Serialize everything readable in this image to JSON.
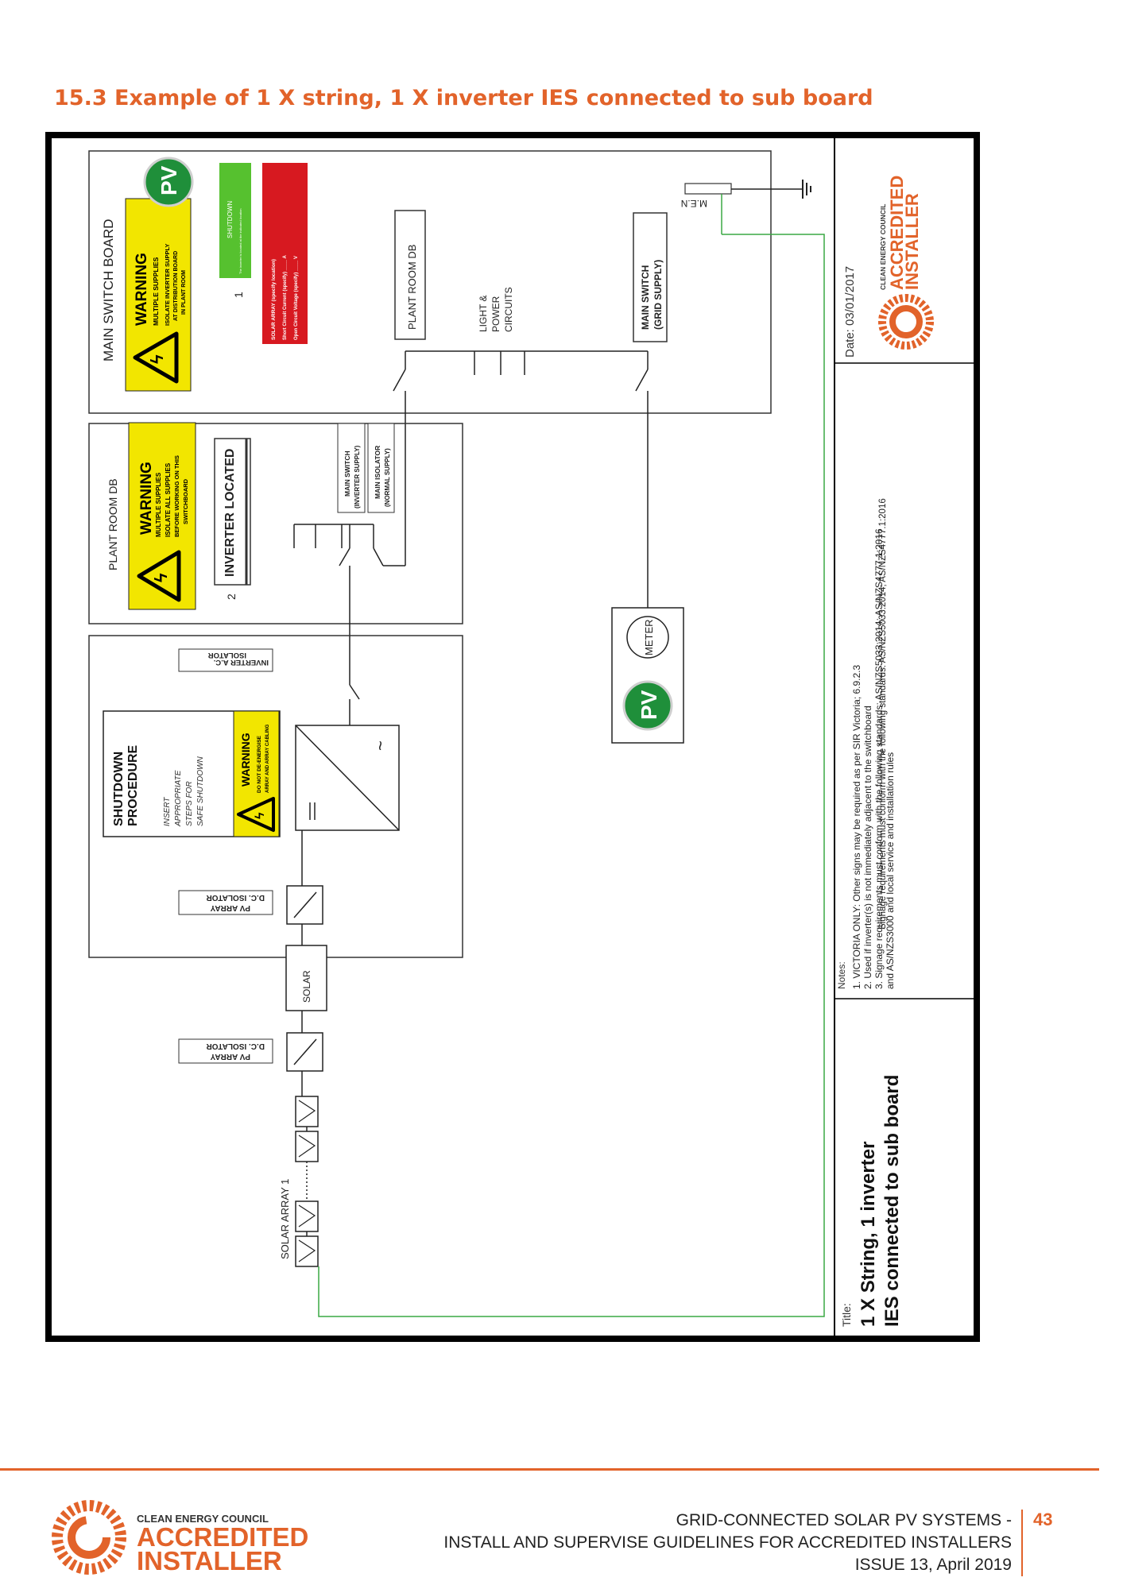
{
  "heading": "15.3  Example of 1 X string, 1 X inverter IES connected to sub board",
  "main_switch_board": {
    "label": "MAIN SWITCH BOARD",
    "warning": {
      "title": "WARNING",
      "line1": "MULTIPLE SUPPLIES",
      "line2": "ISOLATE INVERTER SUPPLY",
      "line3": "AT DISTRIBUTION BOARD",
      "line4": "IN PLANT ROOM"
    },
    "pv_badge": "PV",
    "number": "1",
    "green_sign_title": "SHUTDOWN",
    "green_sign_line": "The inverter is located at the indicated location",
    "red_sign": {
      "line1": "SOLAR ARRAY (specify location)",
      "line2": "Short Circuit Current (specify) ____ A",
      "line3": "Open Circuit Voltage (specify) ____ V"
    },
    "plant_room_box": "PLANT ROOM DB",
    "light_power": [
      "LIGHT &",
      "POWER",
      "CIRCUITS"
    ],
    "main_switch_grid": [
      "MAIN SWITCH",
      "(GRID SUPPLY)"
    ],
    "men": "M.E.N"
  },
  "plant_room_db": {
    "label": "PLANT ROOM DB",
    "warning": {
      "title": "WARNING",
      "line1": "MULTIPLE SUPPLIES",
      "line2": "ISOLATE ALL SUPPLIES",
      "line3": "BEFORE WORKING ON THIS",
      "line4": "SWITCHBOARD"
    },
    "number": "2",
    "inverter_located": "INVERTER LOCATED",
    "main_switch_inverter": [
      "MAIN SWITCH",
      "(INVERTER SUPPLY)"
    ],
    "main_isolator": [
      "MAIN ISOLATOR",
      "(NORMAL SUPPLY)"
    ]
  },
  "inverter_area": {
    "inverter_ac_isolator": [
      "INVERTER A.C.",
      "ISOLATOR"
    ],
    "shutdown": {
      "title1": "SHUTDOWN",
      "title2": "PROCEDURE",
      "line1": "INSERT",
      "line2": "APPROPRIATE",
      "line3": "STEPS FOR",
      "line4": "SAFE SHUTDOWN"
    },
    "warning": {
      "title": "WARNING",
      "line1": "DO NOT DE-ENERGISE",
      "line2": "ARRAY AND ARRAY CABLING"
    },
    "dc_isolator_upper": [
      "PV ARRAY",
      "D.C. ISOLATOR"
    ],
    "solar_box": "SOLAR",
    "dc_isolator_lower": [
      "PV ARRAY",
      "D.C. ISOLATOR"
    ],
    "solar_array_label": "SOLAR ARRAY 1"
  },
  "meter_box": {
    "meter": "METER",
    "pv_badge": "PV"
  },
  "title_block": {
    "date": "Date: 03/01/2017",
    "logo": {
      "small": "CLEAN ENERGY COUNCIL",
      "accredited": "ACCREDITED",
      "installer": "INSTALLER"
    },
    "standards": "Signage requirements must conform with the following standards: AS/NZS5033:2014; AS/NZS4777.1:2016",
    "notes_label": "Notes:",
    "notes": [
      "1.   VICTORIA ONLY: Other signs may be required as per SIR Victoria; 6.9.2.3",
      "2.   Used if inverter(s) is not immediately adjacent to the switchboard",
      "3.   Signage requirements must conform with the following standards: AS/NZS5033:2014; AS/NZS4777.1:2016",
      "       and AS/NZS3000 and local service and installation rules"
    ],
    "title_label": "Title:",
    "title_line1": "1 X String, 1 inverter",
    "title_line2": "IES connected to sub board"
  },
  "footer": {
    "logo_small": "CLEAN ENERGY COUNCIL",
    "logo_accredited": "ACCREDITED",
    "logo_installer": "INSTALLER",
    "line1": "GRID-CONNECTED SOLAR PV SYSTEMS -",
    "line2": "INSTALL AND SUPERVISE GUIDELINES FOR ACCREDITED INSTALLERS",
    "line3": "ISSUE 13, April 2019",
    "page_number": "43"
  },
  "colors": {
    "accent": "#e2632a",
    "warning_yellow": "#f2e600",
    "pv_green": "#1f8f3a",
    "earth_green": "#3aa844",
    "sign_red": "#d71920",
    "sign_green": "#56c12f"
  }
}
